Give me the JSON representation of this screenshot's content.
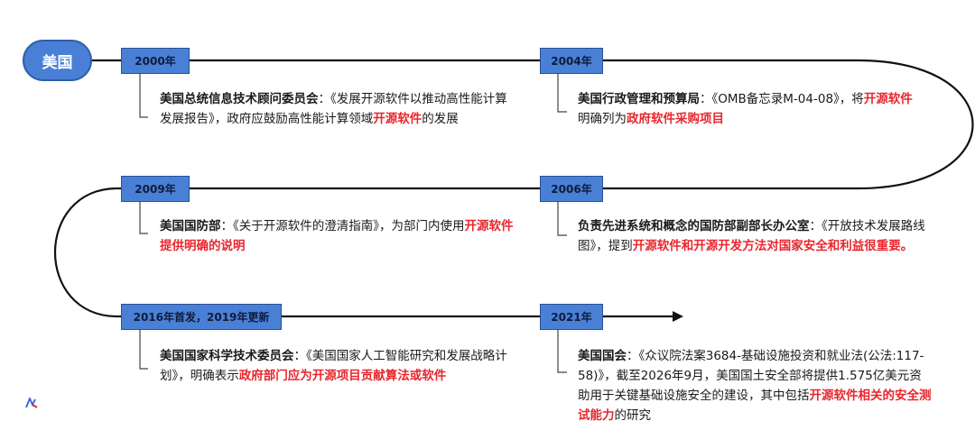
{
  "country": "美国",
  "events": [
    {
      "year": "2000年",
      "org": "美国总统信息技术顾问委员会",
      "parts": [
        {
          "t": "：《发展开源软件以推动高性能计算发展报告》，政府应鼓励高性能计算领域"
        },
        {
          "t": "开源软件",
          "hl": true
        },
        {
          "t": "的发展"
        }
      ]
    },
    {
      "year": "2004年",
      "org": "美国行政管理和预算局",
      "parts": [
        {
          "t": "：《OMB备忘录M-04-08》，将"
        },
        {
          "t": "开源软件",
          "hl": true
        },
        {
          "t": "明确列为"
        },
        {
          "t": "政府软件采购项目",
          "hl": true
        }
      ]
    },
    {
      "year": "2006年",
      "org": "负责先进系统和概念的国防部副部长办公室",
      "parts": [
        {
          "t": "：《开放技术发展路线图》，提到"
        },
        {
          "t": "开源软件和开源开发方法对国家安全和利益很重要。",
          "hl": true
        }
      ]
    },
    {
      "year": "2009年",
      "org": "美国国防部",
      "parts": [
        {
          "t": "：《关于开源软件的澄清指南》，为部门内使用"
        },
        {
          "t": "开源软件提供明确的说明",
          "hl": true
        }
      ]
    },
    {
      "year": "2016年首发，2019年更新",
      "org": "美国国家科学技术委员会",
      "parts": [
        {
          "t": "：《美国国家人工智能研究和发展战略计划》，明确表示"
        },
        {
          "t": "政府部门应为开源项目贡献算法或软件",
          "hl": true
        }
      ]
    },
    {
      "year": "2021年",
      "org": "美国国会",
      "parts": [
        {
          "t": "：《众议院法案3684-基础设施投资和就业法(公法:117-58)》，截至2026年9月，美国国土安全部将提供1.575亿美元资助用于关键基础设施安全的建设，其中包括"
        },
        {
          "t": "开源软件相关的安全测试能力",
          "hl": true
        },
        {
          "t": "的研究"
        }
      ]
    }
  ],
  "colors": {
    "accent": "#4a7fd6",
    "highlight": "#e8262d",
    "line": "#111111"
  }
}
